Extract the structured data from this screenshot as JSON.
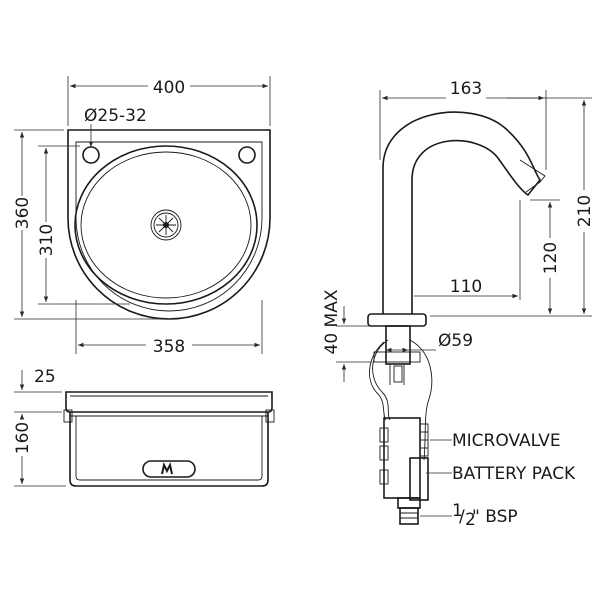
{
  "dimensions": {
    "basin_width": "400",
    "tap_hole": "Ø25-32",
    "basin_depth": "360",
    "bowl_depth": "310",
    "bowl_width": "358",
    "rim_height": "25",
    "basin_height": "160",
    "spout_reach": "163",
    "tap_height": "210",
    "spout_height": "120",
    "spout_base_reach": "110",
    "deck_thickness": "40 MAX",
    "body_diameter": "Ø59"
  },
  "labels": {
    "microvalve": "MICROVALVE",
    "battery_pack": "BATTERY PACK",
    "connection_prefix": "1",
    "connection_denominator": "2",
    "connection_suffix": "\" BSP"
  },
  "colors": {
    "line": "#1a1a1a",
    "background": "#ffffff"
  }
}
